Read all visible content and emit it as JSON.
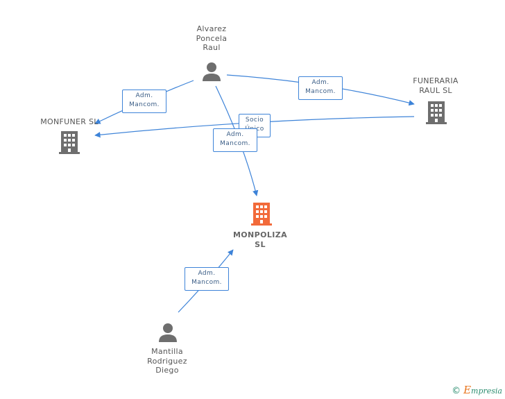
{
  "colors": {
    "edge": "#3d83d8",
    "main_company": "#f26a3a",
    "company": "#6e6e6e",
    "person": "#6e6e6e"
  },
  "nodes": {
    "alvarez": {
      "icon": "person-icon",
      "lines": [
        "Alvarez",
        "Poncela",
        "Raul"
      ]
    },
    "funeraria": {
      "icon": "building-icon",
      "lines": [
        "FUNERARIA",
        "RAUL SL"
      ]
    },
    "monfuner": {
      "icon": "building-icon",
      "lines": [
        "MONFUNER SL"
      ]
    },
    "monpoliza": {
      "icon": "building-icon",
      "lines": [
        "MONPOLIZA",
        "SL"
      ]
    },
    "mantilla": {
      "icon": "person-icon",
      "lines": [
        "Mantilla",
        "Rodriguez",
        "Diego"
      ]
    }
  },
  "edges": {
    "alvarez_monfuner": {
      "lines": [
        "Adm.",
        "Mancom."
      ]
    },
    "alvarez_funeraria": {
      "lines": [
        "Adm.",
        "Mancom."
      ]
    },
    "funeraria_monfuner": {
      "lines": [
        "Socio",
        "Único"
      ]
    },
    "alvarez_monpoliza": {
      "lines": [
        "Adm.",
        "Mancom."
      ]
    },
    "mantilla_monpoliza": {
      "lines": [
        "Adm.",
        "Mancom."
      ]
    }
  },
  "brand": {
    "copyright": "©",
    "first_letter": "E",
    "rest": "mpresia"
  }
}
